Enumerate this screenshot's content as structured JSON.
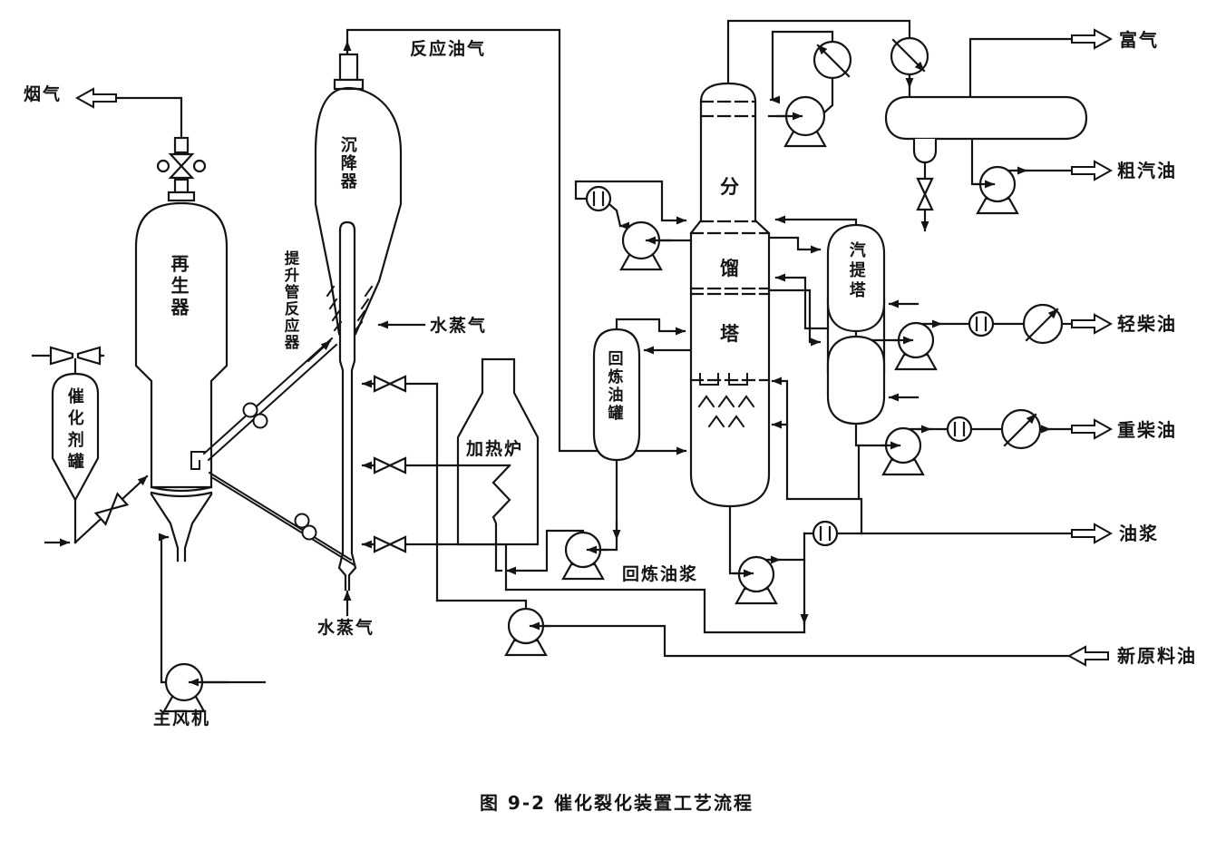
{
  "caption": "图 9-2  催化裂化装置工艺流程",
  "equipment_labels": {
    "regenerator": "再生器",
    "settler": "沉降器",
    "riser_reactor": "提升管反应器",
    "catalyst_tank": "催化剂罐",
    "main_blower": "主风机",
    "heating_furnace": "加热炉",
    "recycle_oil_tank": "回炼油罐",
    "fractionator_char_top": "分",
    "fractionator_char_mid": "馏",
    "fractionator_char_bottom": "塔",
    "stripper": "汽提塔"
  },
  "stream_labels": {
    "flue_gas": "烟气",
    "reaction_oil_gas": "反应油气",
    "steam_top": "水蒸气",
    "steam_bottom": "水蒸气",
    "rich_gas": "富气",
    "crude_gasoline": "粗汽油",
    "light_diesel": "轻柴油",
    "heavy_diesel": "重柴油",
    "oil_slurry": "油浆",
    "recycle_oil_slurry": "回炼油浆",
    "fresh_feed_oil": "新原料油"
  },
  "colors": {
    "line": "#141414",
    "background": "#ffffff"
  }
}
